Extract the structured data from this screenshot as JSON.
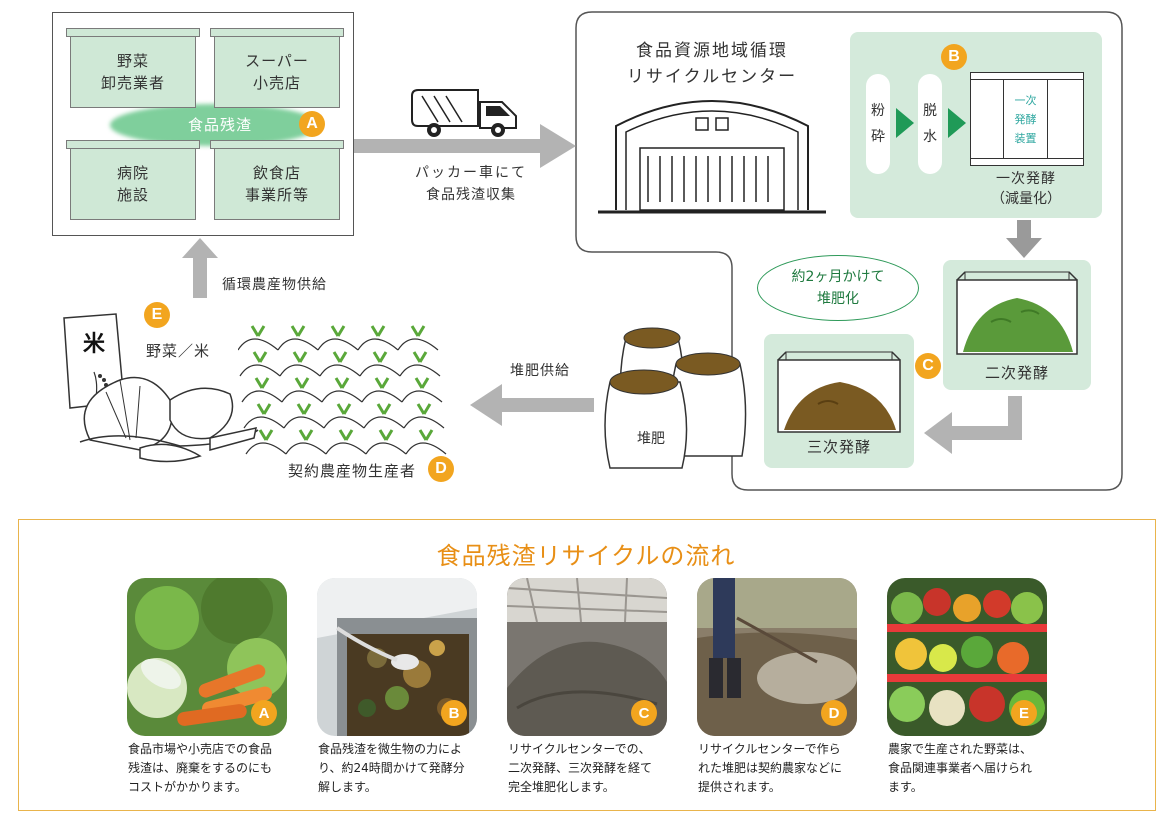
{
  "colors": {
    "green_box": "#cfe8d6",
    "green_dark": "#2f9a5a",
    "orange": "#f2a51f",
    "arrow_gray": "#b3b3b3",
    "border_orange": "#e9b44c"
  },
  "sources": {
    "box1": [
      "野菜",
      "卸売業者"
    ],
    "box2": [
      "スーパー",
      "小売店"
    ],
    "box3": [
      "病院",
      "施設"
    ],
    "box4": [
      "飲食店",
      "事業所等"
    ],
    "waste_label": "食品残渣",
    "badge": "A"
  },
  "truck": {
    "line1": "パッカー車にて",
    "line2": "食品残渣収集"
  },
  "center": {
    "title_line1": "食品資源地域循環",
    "title_line2": "リサイクルセンター"
  },
  "primary": {
    "badge": "B",
    "step1": [
      "粉",
      "砕"
    ],
    "step2": [
      "脱",
      "水"
    ],
    "device": [
      "一次",
      "発酵",
      "装置"
    ],
    "label1": "一次発酵",
    "label2": "（減量化）"
  },
  "secondary": {
    "label": "二次発酵"
  },
  "tertiary": {
    "label": "三次発酵",
    "badge": "C"
  },
  "duration": {
    "line1": "約2ヶ月かけて",
    "line2": "堆肥化"
  },
  "compost": {
    "bag_label": "堆肥",
    "supply_label": "堆肥供給"
  },
  "farm": {
    "label": "契約農産物生産者",
    "badge": "D"
  },
  "produce": {
    "label": "野菜／米",
    "rice_char": "米",
    "badge": "E"
  },
  "return_label": "循環農産物供給",
  "bottom": {
    "title": "食品残渣リサイクルの流れ",
    "cards": [
      {
        "badge": "A",
        "icon": "vegetables-photo",
        "lines": [
          "食品市場や小売店での食品",
          "残渣は、廃棄をするのにも",
          "コストがかかります。"
        ]
      },
      {
        "badge": "B",
        "icon": "fermentation-photo",
        "lines": [
          "食品残渣を微生物の力によ",
          "り、約24時間かけて発酵分",
          "解します。"
        ]
      },
      {
        "badge": "C",
        "icon": "compost-pile-photo",
        "lines": [
          "リサイクルセンターでの、",
          "二次発酵、三次発酵を経て",
          "完全堆肥化します。"
        ]
      },
      {
        "badge": "D",
        "icon": "farmer-photo",
        "lines": [
          "リサイクルセンターで作ら",
          "れた堆肥は契約農家などに",
          "提供されます。"
        ]
      },
      {
        "badge": "E",
        "icon": "produce-shelf-photo",
        "lines": [
          "農家で生産された野菜は、",
          "食品関連事業者へ届けられ",
          "ます。"
        ]
      }
    ]
  }
}
